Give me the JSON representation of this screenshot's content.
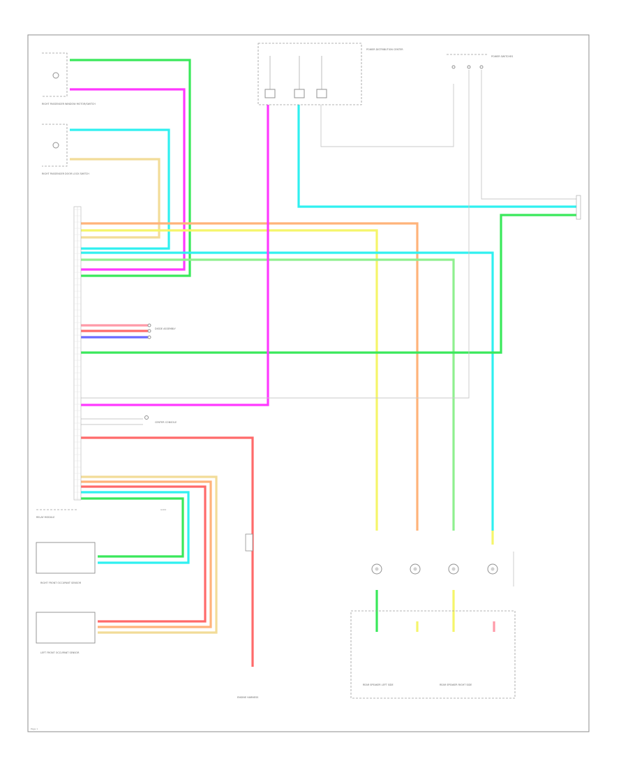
{
  "components": {
    "passenger_window": "RIGHT PASSENGER WINDOW MOTOR/SWITCH",
    "passenger_lock": "RIGHT PASSENGER DOOR LOCK SWITCH",
    "module": "RELAY MODULE",
    "front_sensor": "RIGHT FRONT OCCUPANT SENSOR",
    "left_sensor": "LEFT FRONT OCCUPANT SENSOR",
    "power_center": "POWER DISTRIBUTION CENTER",
    "ground_block": "G104",
    "harness": "ENGINE HARNESS",
    "grp_left": "REAR SPEAKER LEFT SIDE",
    "grp_right": "REAR SPEAKER RIGHT SIDE",
    "switch_group": "POWER SWITCHES",
    "diode": "DIODE ASSEMBLY",
    "center_console": "CENTER CONSOLE"
  },
  "colors": {
    "green": "#39e85a",
    "magenta": "#ff38ff",
    "cyan": "#2ff0f0",
    "tan": "#f2dc98",
    "orange": "#ffb37a",
    "yellow": "#f5f56a",
    "red": "#ff6a6a",
    "blue": "#6a6aff",
    "lightgreen": "#8ff08f",
    "pink": "#ff9aa8",
    "gray": "#bcbcbc"
  },
  "footer": "Page 1"
}
